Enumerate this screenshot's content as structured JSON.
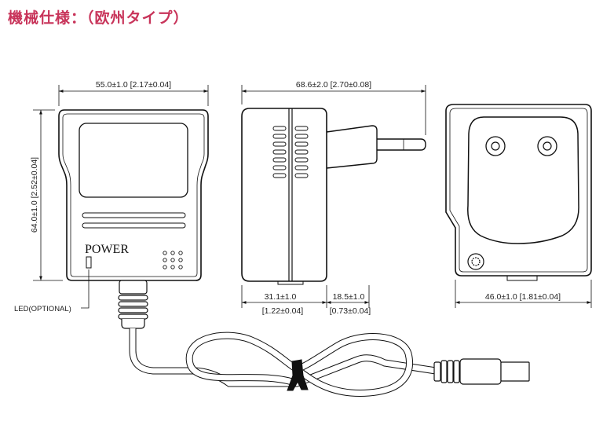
{
  "title": "機械仕様：（欧州タイプ）",
  "title_color": "#c8345a",
  "line_color": "#111111",
  "front_view": {
    "power_label": "POWER",
    "width_dim": "55.0±1.0 [2.17±0.04]",
    "height_dim": "64.0±1.0 [2.52±0.04]",
    "led_callout": "LED(OPTIONAL)"
  },
  "side_view": {
    "overall_dim": "68.6±2.0 [2.70±0.08]",
    "body_dim_mm": "31.1±1.0",
    "body_dim_in": "[1.22±0.04]",
    "plug_dim_mm": "18.5±1.0",
    "plug_dim_in": "[0.73±0.04]"
  },
  "back_view": {
    "width_dim": "46.0±1.0 [1.81±0.04]"
  }
}
